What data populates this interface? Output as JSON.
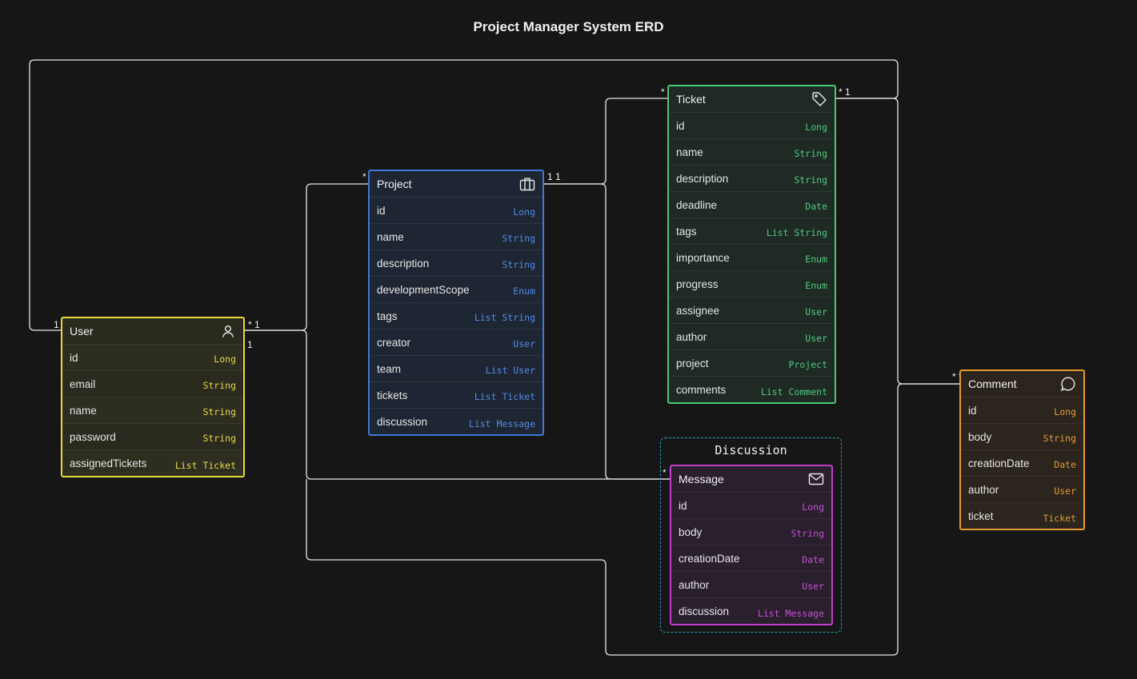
{
  "title": "Project Manager System ERD",
  "colors": {
    "background": "#161616",
    "user": "#e3db3f",
    "project": "#3f78d6",
    "ticket": "#49c77a",
    "message": "#c23dd0",
    "comment": "#e69a33",
    "group": "#27a6b8",
    "connector": "#e6e6e6"
  },
  "group": {
    "label": "Discussion"
  },
  "entities": {
    "user": {
      "name": "User",
      "icon": "user-icon",
      "fields": [
        {
          "name": "id",
          "type": "Long"
        },
        {
          "name": "email",
          "type": "String"
        },
        {
          "name": "name",
          "type": "String"
        },
        {
          "name": "password",
          "type": "String"
        },
        {
          "name": "assignedTickets",
          "type": "List Ticket"
        }
      ]
    },
    "project": {
      "name": "Project",
      "icon": "briefcase-icon",
      "fields": [
        {
          "name": "id",
          "type": "Long"
        },
        {
          "name": "name",
          "type": "String"
        },
        {
          "name": "description",
          "type": "String"
        },
        {
          "name": "developmentScope",
          "type": "Enum"
        },
        {
          "name": "tags",
          "type": "List String"
        },
        {
          "name": "creator",
          "type": "User"
        },
        {
          "name": "team",
          "type": "List User"
        },
        {
          "name": "tickets",
          "type": "List Ticket"
        },
        {
          "name": "discussion",
          "type": "List Message"
        }
      ]
    },
    "ticket": {
      "name": "Ticket",
      "icon": "tag-icon",
      "fields": [
        {
          "name": "id",
          "type": "Long"
        },
        {
          "name": "name",
          "type": "String"
        },
        {
          "name": "description",
          "type": "String"
        },
        {
          "name": "deadline",
          "type": "Date"
        },
        {
          "name": "tags",
          "type": "List String"
        },
        {
          "name": "importance",
          "type": "Enum"
        },
        {
          "name": "progress",
          "type": "Enum"
        },
        {
          "name": "assignee",
          "type": "User"
        },
        {
          "name": "author",
          "type": "User"
        },
        {
          "name": "project",
          "type": "Project"
        },
        {
          "name": "comments",
          "type": "List Comment"
        }
      ]
    },
    "message": {
      "name": "Message",
      "icon": "envelope-icon",
      "fields": [
        {
          "name": "id",
          "type": "Long"
        },
        {
          "name": "body",
          "type": "String"
        },
        {
          "name": "creationDate",
          "type": "Date"
        },
        {
          "name": "author",
          "type": "User"
        },
        {
          "name": "discussion",
          "type": "List Message"
        }
      ]
    },
    "comment": {
      "name": "Comment",
      "icon": "speech-bubble-icon",
      "fields": [
        {
          "name": "id",
          "type": "Long"
        },
        {
          "name": "body",
          "type": "String"
        },
        {
          "name": "creationDate",
          "type": "Date"
        },
        {
          "name": "author",
          "type": "User"
        },
        {
          "name": "ticket",
          "type": "Ticket"
        }
      ]
    }
  },
  "multiplicities": {
    "user_left": "1",
    "user_right_top": "* 1",
    "user_right_bottom": "1",
    "project_left": "*",
    "project_right": "1 1",
    "ticket_left": "*",
    "ticket_right": "* 1",
    "message_left": "* *",
    "comment_left": "* *"
  }
}
